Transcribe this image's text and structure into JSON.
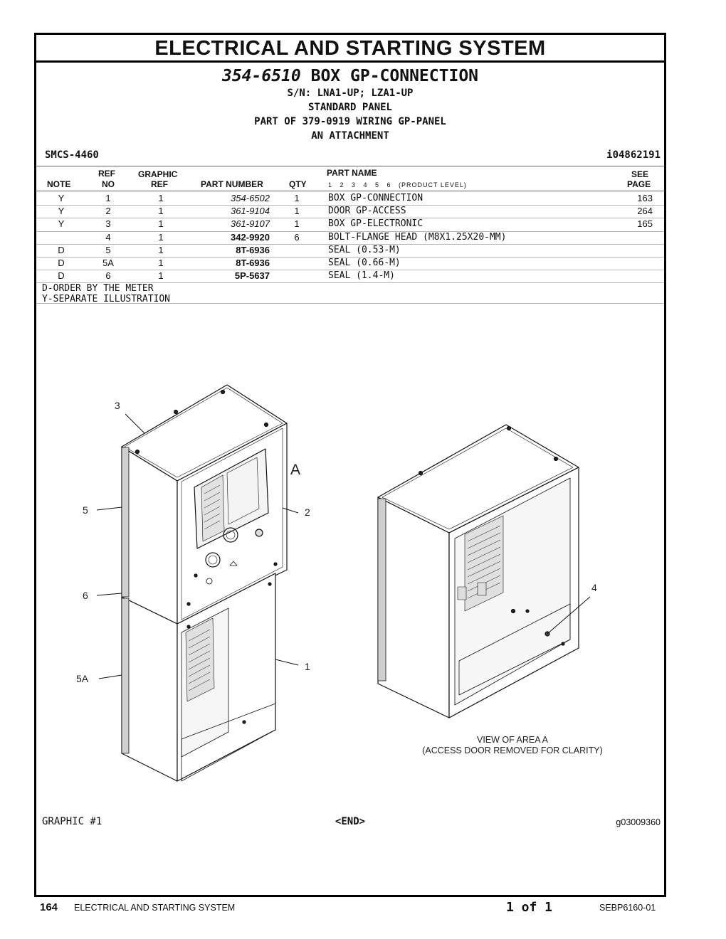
{
  "document": {
    "section_title": "ELECTRICAL AND STARTING SYSTEM",
    "part_number": "354-6510",
    "part_title": "BOX GP-CONNECTION",
    "serial": "S/N: LNA1-UP; LZA1-UP",
    "panel": "STANDARD PANEL",
    "part_of": "PART OF 379-0919 WIRING GP-PANEL",
    "attachment": "AN ATTACHMENT",
    "smcs": "SMCS-4460",
    "ident": "i04862191"
  },
  "table": {
    "headers": {
      "note": "NOTE",
      "ref_top": "REF",
      "ref_bottom": "NO",
      "gref_top": "GRAPHIC",
      "gref_bottom": "REF",
      "part_number": "PART NUMBER",
      "qty": "QTY",
      "part_name": "PART NAME",
      "levels": "1   2   3   4   5   6   (PRODUCT LEVEL)",
      "see_top": "SEE",
      "see_bottom": "PAGE"
    },
    "rows": [
      {
        "note": "Y",
        "ref": "1",
        "gref": "1",
        "pn": "354-6502",
        "qty": "1",
        "name": "BOX GP-CONNECTION",
        "page": "163"
      },
      {
        "note": "Y",
        "ref": "2",
        "gref": "1",
        "pn": "361-9104",
        "qty": "1",
        "name": "DOOR GP-ACCESS",
        "page": "264"
      },
      {
        "note": "Y",
        "ref": "3",
        "gref": "1",
        "pn": "361-9107",
        "qty": "1",
        "name": "BOX GP-ELECTRONIC",
        "page": "165"
      },
      {
        "note": "",
        "ref": "4",
        "gref": "1",
        "pn": "342-9920",
        "qty": "6",
        "name": "BOLT-FLANGE HEAD (M8X1.25X20-MM)",
        "page": ""
      },
      {
        "note": "D",
        "ref": "5",
        "gref": "1",
        "pn": "8T-6936",
        "qty": "",
        "name": "SEAL (0.53-M)",
        "page": ""
      },
      {
        "note": "D",
        "ref": "5A",
        "gref": "1",
        "pn": "8T-6936",
        "qty": "",
        "name": "SEAL (0.66-M)",
        "page": ""
      },
      {
        "note": "D",
        "ref": "6",
        "gref": "1",
        "pn": "5P-5637",
        "qty": "",
        "name": "SEAL (1.4-M)",
        "page": ""
      }
    ],
    "notes": [
      "D-ORDER BY THE METER",
      "Y-SEPARATE ILLUSTRATION"
    ]
  },
  "illustration": {
    "callouts": {
      "c3": "3",
      "cA": "A",
      "c5": "5",
      "c2": "2",
      "c6": "6",
      "c1": "1",
      "c5A": "5A",
      "c4": "4"
    },
    "caption_line1": "VIEW OF AREA A",
    "caption_line2": "(ACCESS DOOR REMOVED FOR CLARITY)"
  },
  "graphic_label": "GRAPHIC #1",
  "end_label": "<END>",
  "graphic_number": "g03009360",
  "footer": {
    "page": "164",
    "title": "ELECTRICAL AND STARTING SYSTEM",
    "of": "1 of 1",
    "doc": "SEBP6160-01"
  }
}
